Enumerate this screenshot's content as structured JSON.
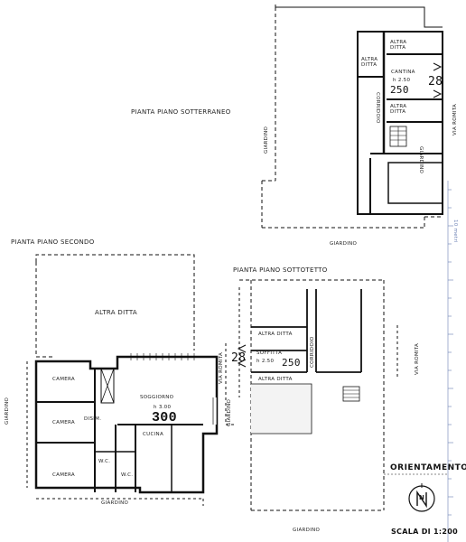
{
  "titles": {
    "basement": "PIANTA PIANO SOTTERRANEO",
    "second_floor": "PIANTA PIANO SECONDO",
    "attic": "PIANTA PIANO SOTTOTETTO"
  },
  "basement": {
    "altra_ditta_top": "ALTRA\nDITTA",
    "altra_ditta_left": "ALTRA\nDITTA",
    "altra_ditta_bottom": "ALTRA\nDITTA",
    "cantina_l1": "CANTINA",
    "cantina_l2": "h 2.50",
    "cantina_num": "250",
    "handwritten": "28",
    "corridor": "CORRIDOIO",
    "giardino_left": "GIARDINO",
    "giardino_bottom": "GIARDINO",
    "giardino_right": "GIARDINO",
    "street": "VIA ROMITA"
  },
  "second_floor": {
    "altra_ditta": "ALTRA DITTA",
    "camera_1": "CAMERA",
    "camera_2": "CAMERA",
    "camera_3": "CAMERA",
    "soggiorno_l1": "SOGGIORNO",
    "soggiorno_l2": "h 3.00",
    "soggiorno_num": "300",
    "disimpegno": "DISIM.",
    "wc_1": "W.C.",
    "wc_2": "W.C.",
    "cucina": "CUCINA",
    "giardino_left": "GIARDINO",
    "giardino_right": "GIARDINO",
    "giardino_bottom": "GIARDINO",
    "street": "VIA ROMITA"
  },
  "attic": {
    "altra_ditta_1": "ALTRA DITTA",
    "soffitta_l1": "SOFFITTA",
    "soffitta_l2": "h 2.50",
    "soffitta_num": "250",
    "handwritten": "28",
    "altra_ditta_2": "ALTRA DITTA",
    "corridor": "CORRIDOIO",
    "street": "VIA ROMITA",
    "giardino_bottom": "GIARDINO"
  },
  "legend": {
    "orientation": "ORIENTAMENTO",
    "north": "N",
    "scale": "SCALA DI 1:200"
  },
  "ruler": {
    "label": "10 metri"
  }
}
